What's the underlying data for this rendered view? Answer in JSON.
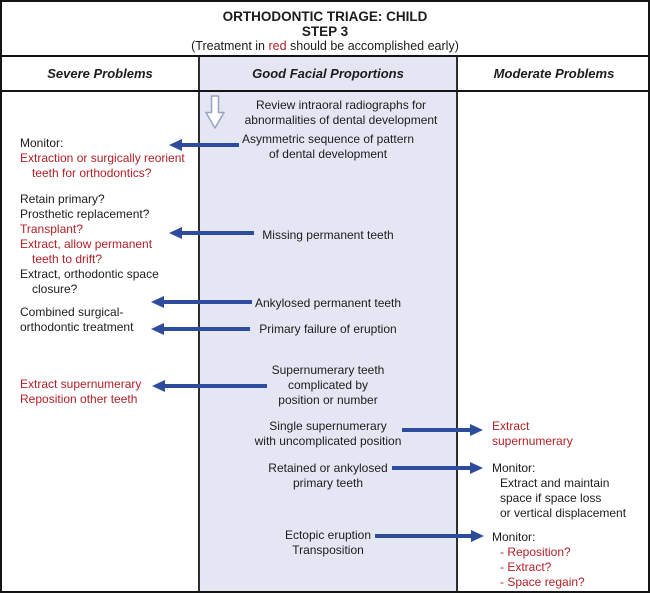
{
  "title": {
    "line1": "ORTHODONTIC TRIAGE: CHILD",
    "line2": "STEP 3",
    "subtitle_prefix": "(Treatment in ",
    "subtitle_red_word": "red",
    "subtitle_suffix": " should be accomplished early)"
  },
  "headers": {
    "left": "Severe Problems",
    "middle": "Good Facial Proportions",
    "right": "Moderate Problems"
  },
  "colors": {
    "middle_column_bg": "#e4e6f3",
    "arrow_blue": "#2d4c9e",
    "red_text": "#b22028",
    "border_black": "#141414"
  },
  "middle": {
    "review": [
      "Review intraoral radiographs for",
      "abnormalities of dental development"
    ],
    "asymmetric": [
      "Asymmetric sequence of pattern",
      "of dental development"
    ],
    "missing": [
      "Missing permanent teeth"
    ],
    "ankylosed": [
      "Ankylosed permanent teeth"
    ],
    "primary_failure": [
      "Primary failure of eruption"
    ],
    "supernumerary_complicated": [
      "Supernumerary teeth",
      "complicated by",
      "position or number"
    ],
    "single_supernumerary": [
      "Single supernumerary",
      "with uncomplicated position"
    ],
    "retained": [
      "Retained or ankylosed",
      "primary teeth"
    ],
    "ectopic": [
      "Ectopic eruption",
      "Transposition"
    ]
  },
  "severe": {
    "asymmetric_response": [
      "Monitor:",
      "Extraction or surgically reorient",
      "teeth for orthodontics?"
    ],
    "missing_response": [
      "Retain primary?",
      "Prosthetic replacement?",
      "Transplant?",
      "Extract, allow permanent",
      "teeth to drift?",
      "Extract, orthodontic space",
      "closure?"
    ],
    "eruption_response": [
      "Combined surgical-",
      "orthodontic treatment"
    ],
    "supernumerary_response": [
      "Extract supernumerary",
      "Reposition other teeth"
    ]
  },
  "moderate": {
    "single_supernumerary_response": [
      "Extract",
      "supernumerary"
    ],
    "retained_response": [
      "Monitor:",
      "Extract and maintain",
      "space if space loss",
      "or vertical displacement"
    ],
    "ectopic_response": [
      "Monitor:",
      "- Reposition?",
      "- Extract?",
      "- Space regain?"
    ]
  }
}
